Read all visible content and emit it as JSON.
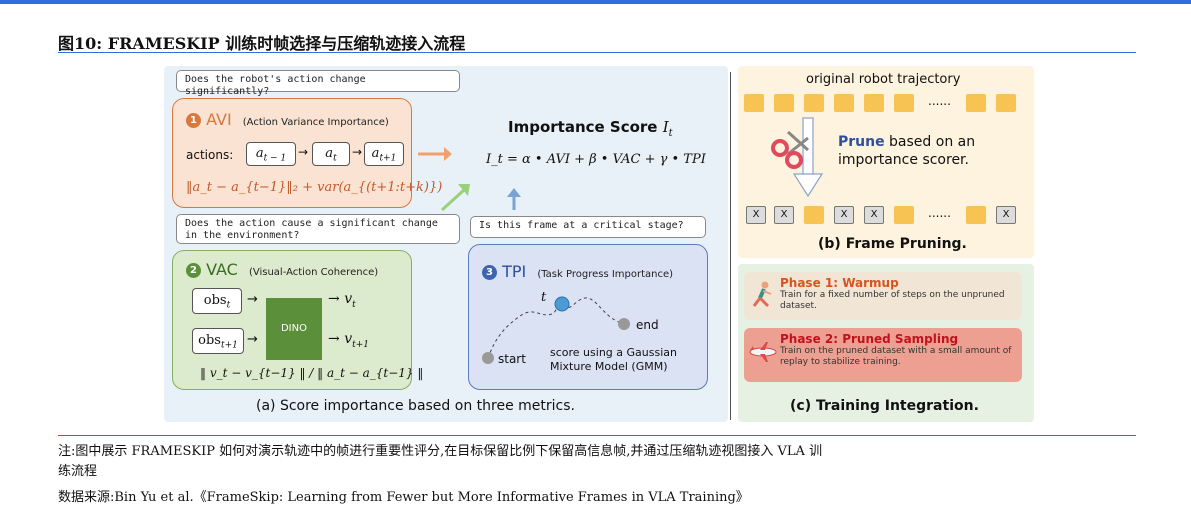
{
  "figure_title": "图10: FRAMESKIP 训练时帧选择与压缩轨迹接入流程",
  "panel_a": {
    "caption": "(a) Score importance based on three metrics.",
    "q_avi": "Does the robot's action change significantly?",
    "q_vac": "Does the action cause a significant change in the environment?",
    "q_tpi": "Is this frame at a critical stage?",
    "avi": {
      "num": "1",
      "title": "AVI",
      "subtitle": "(Action Variance Importance)",
      "actions_label": "actions:",
      "a_prev": "a",
      "a_prev_sub": "t − 1",
      "a_cur": "a",
      "a_cur_sub": "t",
      "a_next": "a",
      "a_next_sub": "t+1",
      "formula": "‖a_t − a_{t−1}‖₂ + var(a_{(t+1:t+k)})"
    },
    "vac": {
      "num": "2",
      "title": "VAC",
      "subtitle": "(Visual-Action Coherence)",
      "obs_t": "obs",
      "obs_t_sub": "t",
      "obs_t1": "obs",
      "obs_t1_sub": "t+1",
      "dino": "DINO",
      "v_t": "v",
      "v_t_sub": "t",
      "v_t1": "v",
      "v_t1_sub": "t+1",
      "formula": "‖ v_t − v_{t−1} ‖ / ‖ a_t − a_{t−1} ‖"
    },
    "tpi": {
      "num": "3",
      "title": "TPI",
      "subtitle": "(Task Progress Importance)",
      "t_label": "t",
      "start": "start",
      "end": "end",
      "desc1": "score using a Gaussian",
      "desc2": "Mixture Model (GMM)"
    },
    "score_title": "Importance Score",
    "score_symbol": "I",
    "score_symbol_sub": "t",
    "score_formula": "I_t = α • AVI + β • VAC + γ • TPI"
  },
  "panel_b": {
    "header": "original robot trajectory",
    "ellipsis": "......",
    "prune_word": "Prune",
    "prune_rest1": "based on an",
    "prune_rest2": "importance scorer.",
    "x_mark": "X",
    "caption": "(b) Frame Pruning."
  },
  "panel_c": {
    "phase1_title": "Phase 1: Warmup",
    "phase1_desc": "Train for a fixed number of steps on the unpruned dataset.",
    "phase2_title": "Phase 2: Pruned Sampling",
    "phase2_desc": "Train on the pruned dataset with a small amount of replay to stabilize training.",
    "caption": "(c) Training Integration."
  },
  "note_line1": "注:图中展示 FRAMESKIP 如何对演示轨迹中的帧进行重要性评分,在目标保留比例下保留高信息帧,并通过压缩轨迹视图接入 VLA 训",
  "note_line2": "练流程",
  "source": "数据来源:Bin Yu et al.《FrameSkip: Learning from Fewer but More Informative Frames in VLA Training》",
  "colors": {
    "accent_blue": "#2f6fe0",
    "avi_orange": "#d9783e",
    "vac_green": "#84b063",
    "tpi_blue": "#5d7bc0",
    "frame_yellow": "#f7c453",
    "phase_orange": "#d9531e"
  }
}
